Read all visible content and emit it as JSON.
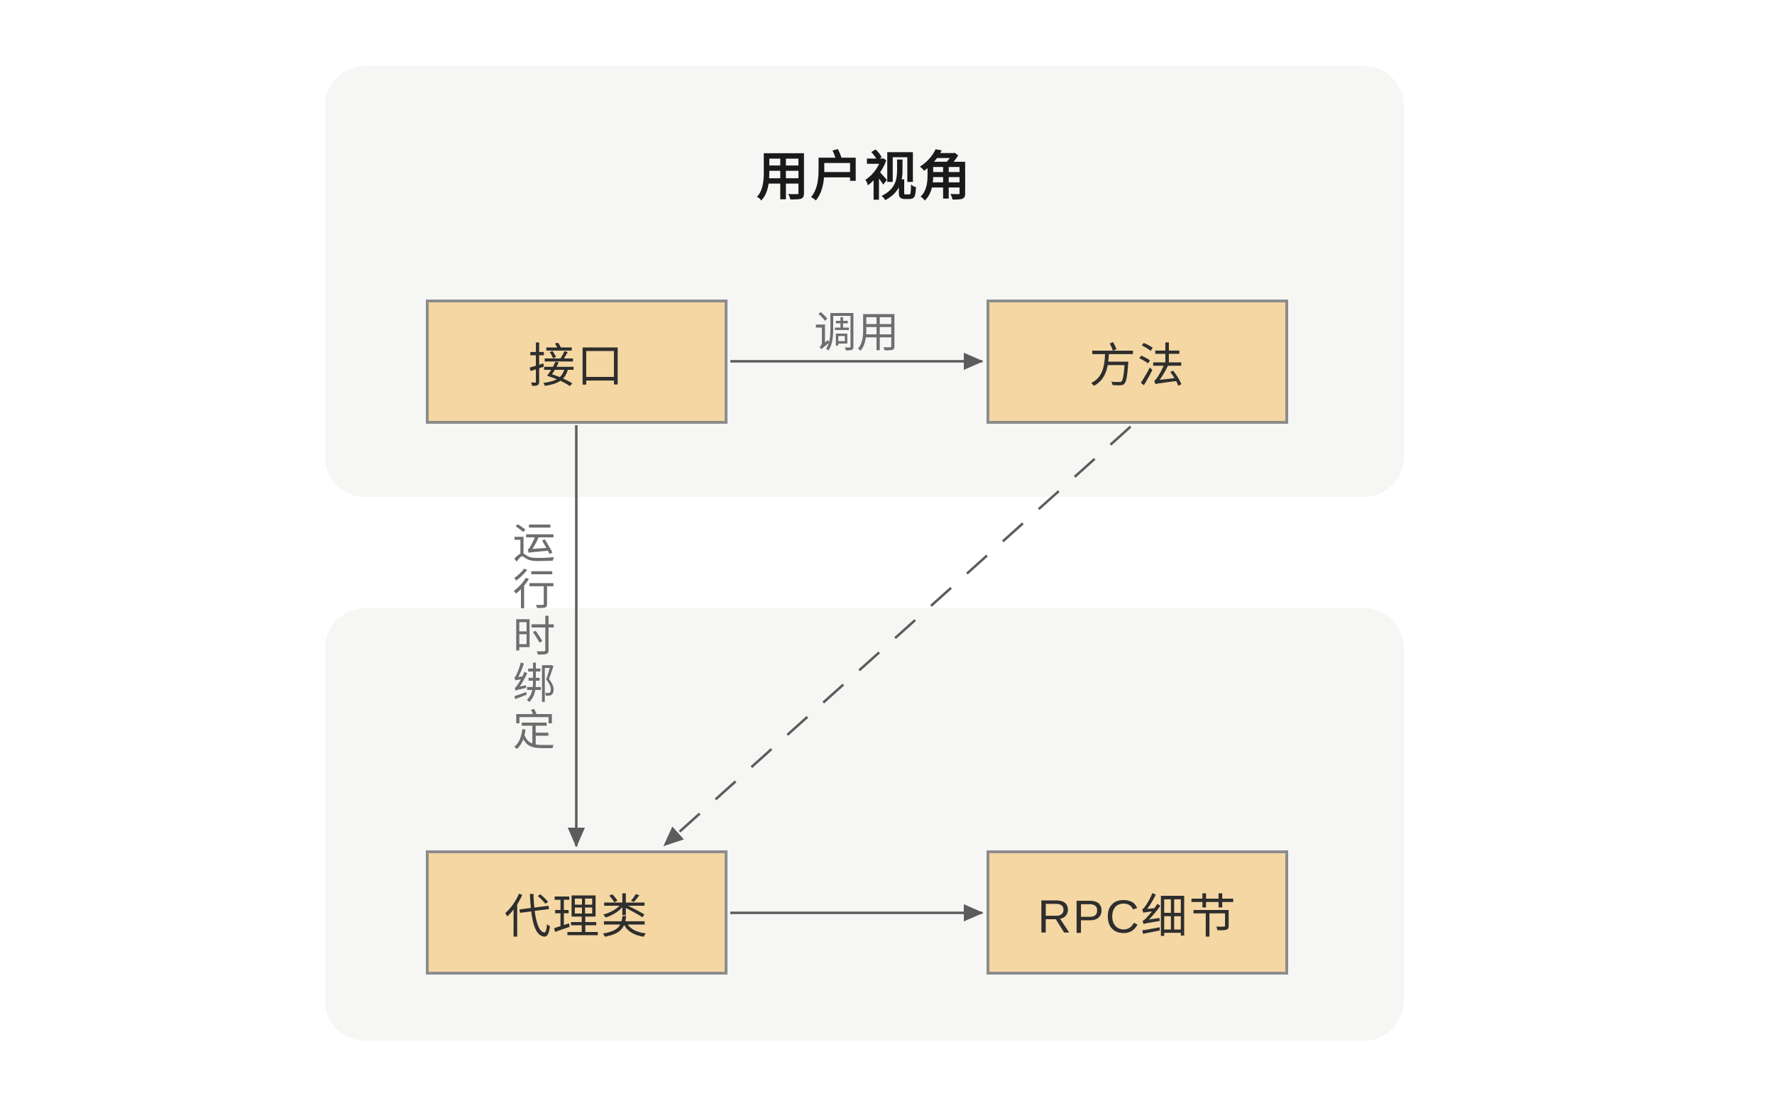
{
  "panels": {
    "top": {
      "title": "用户视角"
    },
    "bottom": {
      "title": ""
    }
  },
  "nodes": {
    "interface": {
      "label": "接口"
    },
    "method": {
      "label": "方法"
    },
    "proxy": {
      "label": "代理类"
    },
    "rpc": {
      "label": "RPC细节"
    }
  },
  "edges": {
    "call": {
      "from": "interface",
      "to": "method",
      "label": "调用",
      "style": "solid"
    },
    "runtime_binding": {
      "from": "interface",
      "to": "proxy",
      "label": "运行时绑定",
      "style": "solid"
    },
    "proxy_to_rpc": {
      "from": "proxy",
      "to": "rpc",
      "label": "",
      "style": "solid"
    },
    "method_to_proxy": {
      "from": "method",
      "to": "proxy",
      "label": "",
      "style": "dashed"
    }
  },
  "colors": {
    "page_bg": "#ffffff",
    "panel_bg": "#f6f6f4",
    "node_fill": "#f4d7a3",
    "node_border": "#8c8c8c",
    "node_text": "#2e2e2e",
    "title_text": "#1a1a1a",
    "arrow_line": "#5c5c5c",
    "edge_label_text": "#6e6e6e"
  }
}
